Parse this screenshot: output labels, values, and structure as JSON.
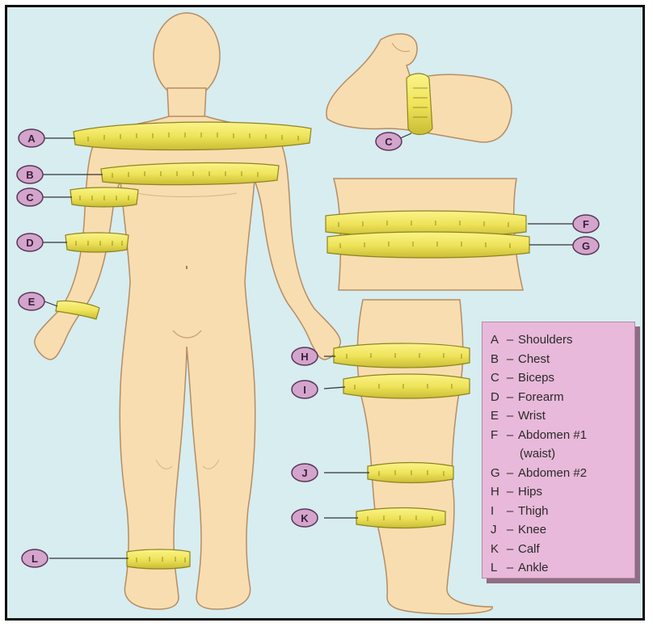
{
  "labels": {
    "A": "A",
    "B": "B",
    "C": "C",
    "D": "D",
    "E": "E",
    "F": "F",
    "G": "G",
    "H": "H",
    "I": "I",
    "J": "J",
    "K": "K",
    "L": "L"
  },
  "legend": {
    "rows": [
      {
        "code": "A",
        "dash": "–",
        "name": "Shoulders"
      },
      {
        "code": "B",
        "dash": "–",
        "name": "Chest"
      },
      {
        "code": "C",
        "dash": "–",
        "name": "Biceps"
      },
      {
        "code": "D",
        "dash": "–",
        "name": "Forearm"
      },
      {
        "code": "E",
        "dash": "–",
        "name": "Wrist"
      },
      {
        "code": "F",
        "dash": "–",
        "name": "Abdomen #1"
      },
      {
        "code": "",
        "dash": "",
        "name": "(waist)"
      },
      {
        "code": "G",
        "dash": "–",
        "name": "Abdomen #2"
      },
      {
        "code": "H",
        "dash": "–",
        "name": "Hips"
      },
      {
        "code": "I",
        "dash": "–",
        "name": "Thigh"
      },
      {
        "code": "J",
        "dash": "–",
        "name": "Knee"
      },
      {
        "code": "K",
        "dash": "–",
        "name": "Calf"
      },
      {
        "code": "L",
        "dash": "–",
        "name": "Ankle"
      }
    ]
  },
  "colors": {
    "background": "#d7edf0",
    "skin": "#f8ddb0",
    "skin_outline": "#b58d63",
    "tape": "#efe45a",
    "tape_edge": "#8d8420",
    "badge": "#d3a4cc",
    "legend_bg": "#e8b9da"
  }
}
